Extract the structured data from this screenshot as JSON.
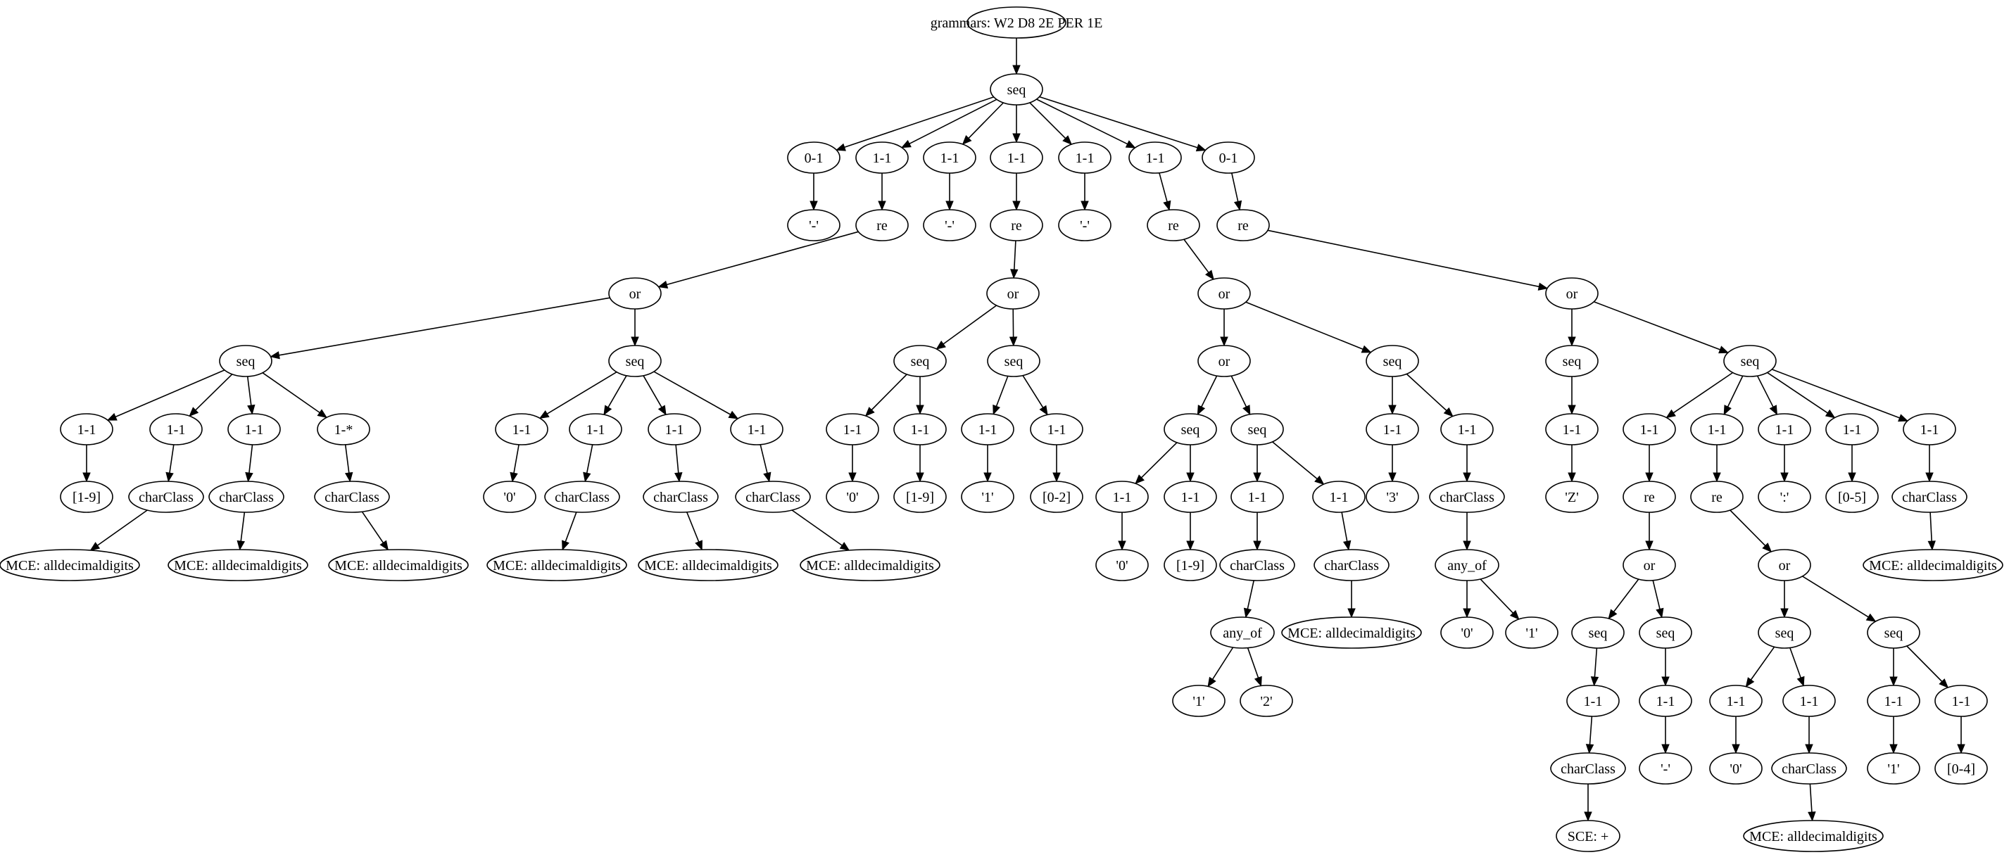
{
  "nodes": [
    {
      "id": "root",
      "label": "grammars: W2 D8 2E PER 1E"
    },
    {
      "id": "s0",
      "label": "seq"
    },
    {
      "id": "a01",
      "label": "0-1"
    },
    {
      "id": "a02",
      "label": "1-1"
    },
    {
      "id": "a03",
      "label": "1-1"
    },
    {
      "id": "a04",
      "label": "1-1"
    },
    {
      "id": "a05",
      "label": "1-1"
    },
    {
      "id": "a06",
      "label": "1-1"
    },
    {
      "id": "a07",
      "label": "0-1"
    },
    {
      "id": "b01",
      "label": "'-'"
    },
    {
      "id": "b02",
      "label": "re"
    },
    {
      "id": "b03",
      "label": "'-'"
    },
    {
      "id": "b04",
      "label": "re"
    },
    {
      "id": "b05",
      "label": "'-'"
    },
    {
      "id": "b06",
      "label": "re"
    },
    {
      "id": "b07",
      "label": "re"
    },
    {
      "id": "c01",
      "label": "or"
    },
    {
      "id": "d01",
      "label": "seq"
    },
    {
      "id": "d02",
      "label": "seq"
    },
    {
      "id": "e01",
      "label": "1-1"
    },
    {
      "id": "e02",
      "label": "1-1"
    },
    {
      "id": "e03",
      "label": "1-1"
    },
    {
      "id": "e04",
      "label": "1-*"
    },
    {
      "id": "f01",
      "label": "[1-9]"
    },
    {
      "id": "f02",
      "label": "charClass"
    },
    {
      "id": "f03",
      "label": "charClass"
    },
    {
      "id": "f04",
      "label": "charClass"
    },
    {
      "id": "g01",
      "label": "MCE: alldecimaldigits"
    },
    {
      "id": "g02",
      "label": "MCE: alldecimaldigits"
    },
    {
      "id": "g03",
      "label": "MCE: alldecimaldigits"
    },
    {
      "id": "e05",
      "label": "1-1"
    },
    {
      "id": "e06",
      "label": "1-1"
    },
    {
      "id": "e07",
      "label": "1-1"
    },
    {
      "id": "e08",
      "label": "1-1"
    },
    {
      "id": "f05",
      "label": "'0'"
    },
    {
      "id": "f06",
      "label": "charClass"
    },
    {
      "id": "f07",
      "label": "charClass"
    },
    {
      "id": "f08",
      "label": "charClass"
    },
    {
      "id": "g04",
      "label": "MCE: alldecimaldigits"
    },
    {
      "id": "g05",
      "label": "MCE: alldecimaldigits"
    },
    {
      "id": "g06",
      "label": "MCE: alldecimaldigits"
    },
    {
      "id": "c02",
      "label": "or"
    },
    {
      "id": "d03",
      "label": "seq"
    },
    {
      "id": "d04",
      "label": "seq"
    },
    {
      "id": "e09",
      "label": "1-1"
    },
    {
      "id": "e10",
      "label": "1-1"
    },
    {
      "id": "e11",
      "label": "1-1"
    },
    {
      "id": "e12",
      "label": "1-1"
    },
    {
      "id": "f09",
      "label": "'0'"
    },
    {
      "id": "f10",
      "label": "[1-9]"
    },
    {
      "id": "f11",
      "label": "'1'"
    },
    {
      "id": "f12",
      "label": "[0-2]"
    },
    {
      "id": "c03",
      "label": "or"
    },
    {
      "id": "d05",
      "label": "or"
    },
    {
      "id": "d06",
      "label": "seq"
    },
    {
      "id": "e13",
      "label": "seq"
    },
    {
      "id": "e14",
      "label": "seq"
    },
    {
      "id": "f13",
      "label": "1-1"
    },
    {
      "id": "f14",
      "label": "1-1"
    },
    {
      "id": "f15",
      "label": "1-1"
    },
    {
      "id": "f16",
      "label": "1-1"
    },
    {
      "id": "g07",
      "label": "'0'"
    },
    {
      "id": "g08",
      "label": "[1-9]"
    },
    {
      "id": "g09",
      "label": "charClass"
    },
    {
      "id": "g10",
      "label": "charClass"
    },
    {
      "id": "h01",
      "label": "any_of"
    },
    {
      "id": "h02",
      "label": "MCE: alldecimaldigits"
    },
    {
      "id": "i01",
      "label": "'1'"
    },
    {
      "id": "i02",
      "label": "'2'"
    },
    {
      "id": "e15",
      "label": "1-1"
    },
    {
      "id": "e16",
      "label": "1-1"
    },
    {
      "id": "f17",
      "label": "'3'"
    },
    {
      "id": "f18",
      "label": "charClass"
    },
    {
      "id": "g11",
      "label": "any_of"
    },
    {
      "id": "h03",
      "label": "'0'"
    },
    {
      "id": "h04",
      "label": "'1'"
    },
    {
      "id": "c04",
      "label": "or"
    },
    {
      "id": "d07",
      "label": "seq"
    },
    {
      "id": "d08",
      "label": "seq"
    },
    {
      "id": "e17",
      "label": "1-1"
    },
    {
      "id": "f19",
      "label": "'Z'"
    },
    {
      "id": "e18",
      "label": "1-1"
    },
    {
      "id": "e19",
      "label": "1-1"
    },
    {
      "id": "e20",
      "label": "1-1"
    },
    {
      "id": "e21",
      "label": "1-1"
    },
    {
      "id": "e22",
      "label": "1-1"
    },
    {
      "id": "f20",
      "label": "re"
    },
    {
      "id": "f21",
      "label": "re"
    },
    {
      "id": "f22",
      "label": "':'"
    },
    {
      "id": "f23",
      "label": "[0-5]"
    },
    {
      "id": "f24",
      "label": "charClass"
    },
    {
      "id": "g12",
      "label": "MCE: alldecimaldigits"
    },
    {
      "id": "g13",
      "label": "or"
    },
    {
      "id": "h05",
      "label": "seq"
    },
    {
      "id": "h06",
      "label": "seq"
    },
    {
      "id": "i03",
      "label": "1-1"
    },
    {
      "id": "i04",
      "label": "1-1"
    },
    {
      "id": "j01",
      "label": "charClass"
    },
    {
      "id": "j02",
      "label": "'-'"
    },
    {
      "id": "k01",
      "label": "SCE: +"
    },
    {
      "id": "g14",
      "label": "or"
    },
    {
      "id": "h07",
      "label": "seq"
    },
    {
      "id": "h08",
      "label": "seq"
    },
    {
      "id": "i05",
      "label": "1-1"
    },
    {
      "id": "i06",
      "label": "1-1"
    },
    {
      "id": "i07",
      "label": "1-1"
    },
    {
      "id": "i08",
      "label": "1-1"
    },
    {
      "id": "j03",
      "label": "'0'"
    },
    {
      "id": "j04",
      "label": "charClass"
    },
    {
      "id": "j05",
      "label": "'1'"
    },
    {
      "id": "j06",
      "label": "[0-4]"
    },
    {
      "id": "k02",
      "label": "MCE: alldecimaldigits"
    }
  ],
  "edges": [
    [
      "root",
      "s0"
    ],
    [
      "s0",
      "a01"
    ],
    [
      "s0",
      "a02"
    ],
    [
      "s0",
      "a03"
    ],
    [
      "s0",
      "a04"
    ],
    [
      "s0",
      "a05"
    ],
    [
      "s0",
      "a06"
    ],
    [
      "s0",
      "a07"
    ],
    [
      "a01",
      "b01"
    ],
    [
      "a02",
      "b02"
    ],
    [
      "a03",
      "b03"
    ],
    [
      "a04",
      "b04"
    ],
    [
      "a05",
      "b05"
    ],
    [
      "a06",
      "b06"
    ],
    [
      "a07",
      "b07"
    ],
    [
      "b02",
      "c01"
    ],
    [
      "c01",
      "d01"
    ],
    [
      "c01",
      "d02"
    ],
    [
      "d01",
      "e01"
    ],
    [
      "d01",
      "e02"
    ],
    [
      "d01",
      "e03"
    ],
    [
      "d01",
      "e04"
    ],
    [
      "e01",
      "f01"
    ],
    [
      "e02",
      "f02"
    ],
    [
      "e03",
      "f03"
    ],
    [
      "e04",
      "f04"
    ],
    [
      "f02",
      "g01"
    ],
    [
      "f03",
      "g02"
    ],
    [
      "f04",
      "g03"
    ],
    [
      "d02",
      "e05"
    ],
    [
      "d02",
      "e06"
    ],
    [
      "d02",
      "e07"
    ],
    [
      "d02",
      "e08"
    ],
    [
      "e05",
      "f05"
    ],
    [
      "e06",
      "f06"
    ],
    [
      "e07",
      "f07"
    ],
    [
      "e08",
      "f08"
    ],
    [
      "f06",
      "g04"
    ],
    [
      "f07",
      "g05"
    ],
    [
      "f08",
      "g06"
    ],
    [
      "b04",
      "c02"
    ],
    [
      "c02",
      "d03"
    ],
    [
      "c02",
      "d04"
    ],
    [
      "d03",
      "e09"
    ],
    [
      "d03",
      "e10"
    ],
    [
      "d04",
      "e11"
    ],
    [
      "d04",
      "e12"
    ],
    [
      "e09",
      "f09"
    ],
    [
      "e10",
      "f10"
    ],
    [
      "e11",
      "f11"
    ],
    [
      "e12",
      "f12"
    ],
    [
      "b06",
      "c03"
    ],
    [
      "c03",
      "d05"
    ],
    [
      "c03",
      "d06"
    ],
    [
      "d05",
      "e13"
    ],
    [
      "d05",
      "e14"
    ],
    [
      "e13",
      "f13"
    ],
    [
      "e13",
      "f14"
    ],
    [
      "e14",
      "f15"
    ],
    [
      "e14",
      "f16"
    ],
    [
      "f13",
      "g07"
    ],
    [
      "f14",
      "g08"
    ],
    [
      "f15",
      "g09"
    ],
    [
      "f16",
      "g10"
    ],
    [
      "g09",
      "h01"
    ],
    [
      "g10",
      "h02"
    ],
    [
      "h01",
      "i01"
    ],
    [
      "h01",
      "i02"
    ],
    [
      "d06",
      "e15"
    ],
    [
      "d06",
      "e16"
    ],
    [
      "e15",
      "f17"
    ],
    [
      "e16",
      "f18"
    ],
    [
      "f18",
      "g11"
    ],
    [
      "g11",
      "h03"
    ],
    [
      "g11",
      "h04"
    ],
    [
      "b07",
      "c04"
    ],
    [
      "c04",
      "d07"
    ],
    [
      "c04",
      "d08"
    ],
    [
      "d07",
      "e17"
    ],
    [
      "e17",
      "f19"
    ],
    [
      "d08",
      "e18"
    ],
    [
      "d08",
      "e19"
    ],
    [
      "d08",
      "e20"
    ],
    [
      "d08",
      "e21"
    ],
    [
      "d08",
      "e22"
    ],
    [
      "e18",
      "f20"
    ],
    [
      "e19",
      "f21"
    ],
    [
      "e20",
      "f22"
    ],
    [
      "e21",
      "f23"
    ],
    [
      "e22",
      "f24"
    ],
    [
      "f24",
      "g12"
    ],
    [
      "f20",
      "g13"
    ],
    [
      "g13",
      "h05"
    ],
    [
      "g13",
      "h06"
    ],
    [
      "h05",
      "i03"
    ],
    [
      "h06",
      "i04"
    ],
    [
      "i03",
      "j01"
    ],
    [
      "i04",
      "j02"
    ],
    [
      "j01",
      "k01"
    ],
    [
      "f21",
      "g14"
    ],
    [
      "g14",
      "h07"
    ],
    [
      "g14",
      "h08"
    ],
    [
      "h07",
      "i05"
    ],
    [
      "h07",
      "i06"
    ],
    [
      "h08",
      "i07"
    ],
    [
      "h08",
      "i08"
    ],
    [
      "i05",
      "j03"
    ],
    [
      "i06",
      "j04"
    ],
    [
      "i07",
      "j05"
    ],
    [
      "i08",
      "j06"
    ],
    [
      "j04",
      "k02"
    ]
  ]
}
